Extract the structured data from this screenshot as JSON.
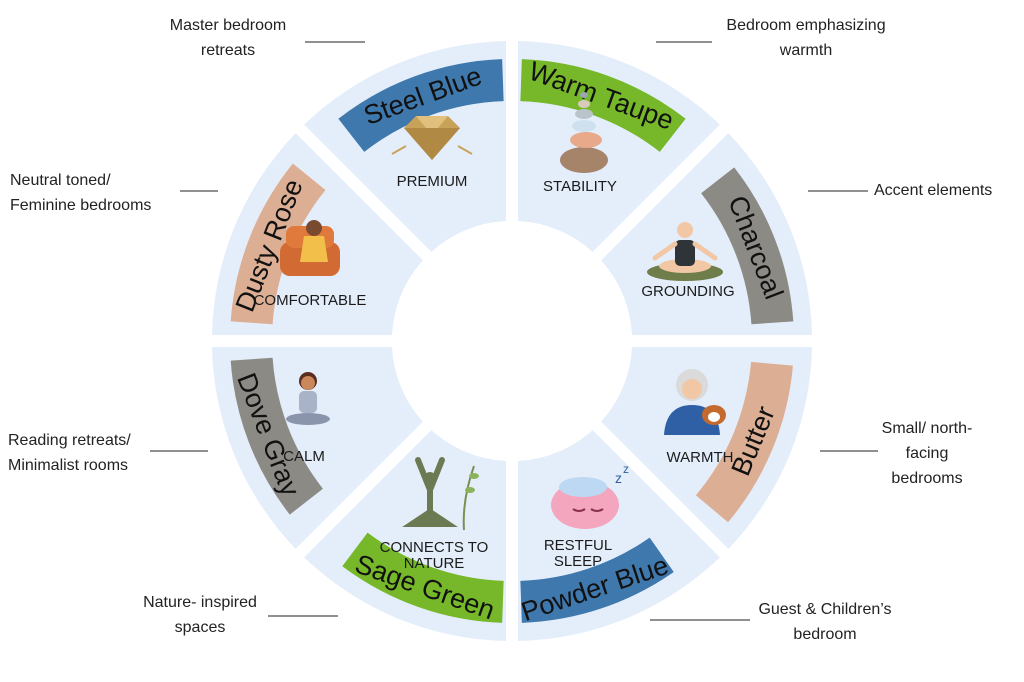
{
  "segments": [
    {
      "color_name": "Steel Blue",
      "quality": "PREMIUM",
      "note": [
        "Master bedroom",
        "retreats"
      ],
      "band_color": "#3f78ad",
      "icon": "diamond-icon"
    },
    {
      "color_name": "Warm Taupe",
      "quality": "STABILITY",
      "note": [
        "Bedroom emphasizing",
        "warmth"
      ],
      "band_color": "#76b82a",
      "icon": "stacked-stones-icon"
    },
    {
      "color_name": "Charcoal",
      "quality": "GROUNDING",
      "note": [
        "Accent elements"
      ],
      "band_color": "#8c8a85",
      "icon": "meditating-man-icon"
    },
    {
      "color_name": "Butter",
      "quality": "WARMTH",
      "note": [
        "Small/ north-",
        "facing",
        "bedrooms"
      ],
      "band_color": "#dcae94",
      "icon": "grandma-with-dog-icon"
    },
    {
      "color_name": "Powder Blue",
      "quality": "RESTFUL SLEEP",
      "quality_lines": [
        "RESTFUL",
        "SLEEP"
      ],
      "note": [
        "Guest & Children’s",
        "bedroom"
      ],
      "band_color": "#3f78ad",
      "icon": "sleeping-brain-icon"
    },
    {
      "color_name": "Sage Green",
      "quality": "CONNECTS TO NATURE",
      "quality_lines": [
        "CONNECTS TO",
        "NATURE"
      ],
      "note": [
        "Nature- inspired",
        "spaces"
      ],
      "band_color": "#76b82a",
      "icon": "yoga-silhouette-icon"
    },
    {
      "color_name": "Dove Gray",
      "quality": "CALM",
      "note": [
        "Reading retreats/",
        "Minimalist rooms"
      ],
      "band_color": "#8c8a85",
      "icon": "meditating-girl-icon"
    },
    {
      "color_name": "Dusty Rose",
      "quality": "COMFORTABLE",
      "note": [
        "Neutral toned/",
        "Feminine bedrooms"
      ],
      "band_color": "#dcae94",
      "icon": "relaxing-armchair-icon"
    }
  ],
  "colors": {
    "wedge_fill": "#e4eefb",
    "leader_line": "#222222"
  }
}
